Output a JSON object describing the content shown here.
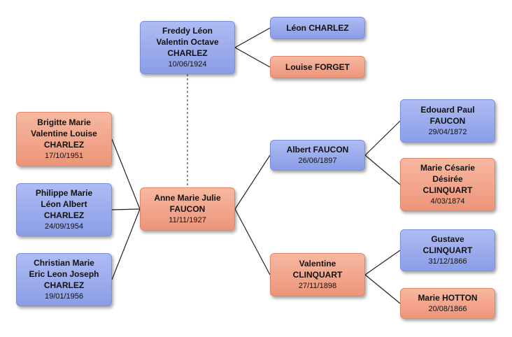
{
  "people": {
    "freddy": {
      "name": [
        "Freddy Léon",
        "Valentin Octave",
        "CHARLEZ"
      ],
      "date": "10/06/1924",
      "sex": "male"
    },
    "leon": {
      "name": [
        "Léon CHARLEZ"
      ],
      "date": "",
      "sex": "male"
    },
    "louise": {
      "name": [
        "Louise FORGET"
      ],
      "date": "",
      "sex": "female"
    },
    "brigitte": {
      "name": [
        "Brigitte Marie",
        "Valentine Louise",
        "CHARLEZ"
      ],
      "date": "17/10/1951",
      "sex": "female"
    },
    "philippe": {
      "name": [
        "Philippe Marie",
        "Léon Albert",
        "CHARLEZ"
      ],
      "date": "24/09/1954",
      "sex": "male"
    },
    "christian": {
      "name": [
        "Christian Marie",
        "Eric Leon Joseph",
        "CHARLEZ"
      ],
      "date": "19/01/1956",
      "sex": "male"
    },
    "anne": {
      "name": [
        "Anne Marie Julie",
        "FAUCON"
      ],
      "date": "11/11/1927",
      "sex": "female"
    },
    "albert": {
      "name": [
        "Albert FAUCON"
      ],
      "date": "26/06/1897",
      "sex": "male"
    },
    "valentine": {
      "name": [
        "Valentine",
        "CLINQUART"
      ],
      "date": "27/11/1898",
      "sex": "female"
    },
    "edouard": {
      "name": [
        "Edouard Paul",
        "FAUCON"
      ],
      "date": "29/04/1872",
      "sex": "male"
    },
    "cesarie": {
      "name": [
        "Marie Césarie",
        "Désirée",
        "CLINQUART"
      ],
      "date": "4/03/1874",
      "sex": "female"
    },
    "gustave": {
      "name": [
        "Gustave",
        "CLINQUART"
      ],
      "date": "31/12/1866",
      "sex": "male"
    },
    "hotton": {
      "name": [
        "Marie HOTTON"
      ],
      "date": "20/08/1866",
      "sex": "female"
    }
  },
  "relations": [
    {
      "type": "parent",
      "child": "freddy",
      "parent": "leon"
    },
    {
      "type": "parent",
      "child": "freddy",
      "parent": "louise"
    },
    {
      "type": "spouse",
      "a": "freddy",
      "b": "anne"
    },
    {
      "type": "parent",
      "child": "brigitte",
      "parent": "anne"
    },
    {
      "type": "parent",
      "child": "philippe",
      "parent": "anne"
    },
    {
      "type": "parent",
      "child": "christian",
      "parent": "anne"
    },
    {
      "type": "parent",
      "child": "anne",
      "parent": "albert"
    },
    {
      "type": "parent",
      "child": "anne",
      "parent": "valentine"
    },
    {
      "type": "parent",
      "child": "albert",
      "parent": "edouard"
    },
    {
      "type": "parent",
      "child": "albert",
      "parent": "cesarie"
    },
    {
      "type": "parent",
      "child": "valentine",
      "parent": "gustave"
    },
    {
      "type": "parent",
      "child": "valentine",
      "parent": "hotton"
    }
  ],
  "colors": {
    "male": "#9aabec",
    "female": "#f3a68c",
    "line": "#222222"
  }
}
